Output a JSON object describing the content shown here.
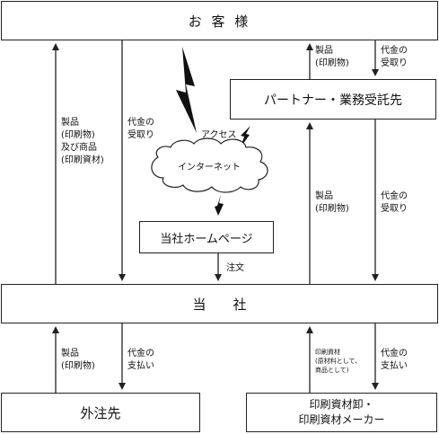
{
  "boxes": {
    "customer": "お 客 様",
    "partner": "パートナー・業務受託先",
    "homepage": "当社ホームページ",
    "company": "当　　社",
    "outsource": "外注先",
    "supplier": "印刷資材卸・\n印刷資材メーカー"
  },
  "cloud_label": "インターネット",
  "labels": {
    "products_goods": "製品\n(印刷物)\n及び商品\n(印刷資材)",
    "payment_received_left": "代金の\n受取り",
    "products_partner_top": "製品\n(印刷物)",
    "payment_received_partner_top": "代金の\n受取り",
    "access": "アクセス",
    "products_partner_bottom": "製品\n(印刷物)",
    "payment_received_partner_bottom": "代金の\n受取り",
    "order": "注文",
    "products_outsource": "製品\n(印刷物)",
    "payment_outsource": "代金の\n支払い",
    "materials": "印刷資材\n(原材料として、\n商品として)",
    "payment_supplier": "代金の\n支払い"
  }
}
